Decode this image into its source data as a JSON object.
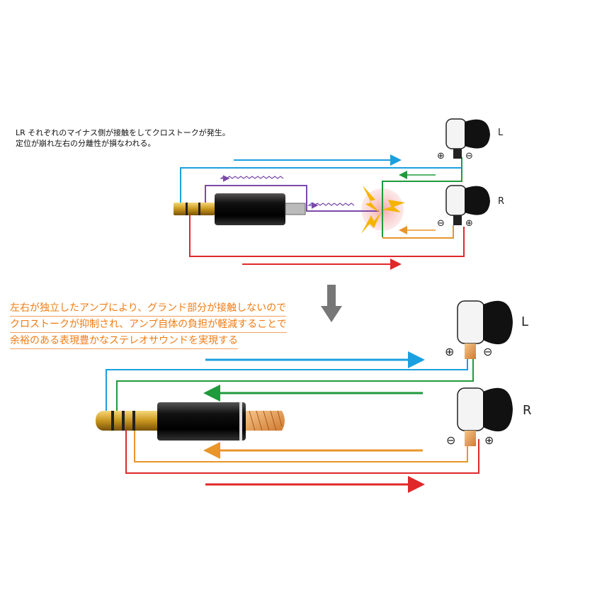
{
  "top_caption": {
    "line1": "LR それぞれのマイナス側が接触をしてクロストークが発生。",
    "line2": "定位が崩れ左右の分離性が損なわれる。"
  },
  "bottom_caption": {
    "line1": "左右が独立したアンプにより、グランド部分が接触しないので",
    "line2": "クロストークが抑制され、アンプ自体の負担が軽減することで",
    "line3": "余裕のある表現豊かなステレオサウンドを実現する"
  },
  "labels": {
    "left": "L",
    "right": "R",
    "plus": "⊕",
    "minus": "⊖"
  },
  "colors": {
    "blue": "#1aa0e0",
    "green": "#1f9a3c",
    "orange": "#e8952a",
    "red": "#e0282a",
    "purple": "#7b4aa8",
    "caption_orange": "#f07c14"
  }
}
